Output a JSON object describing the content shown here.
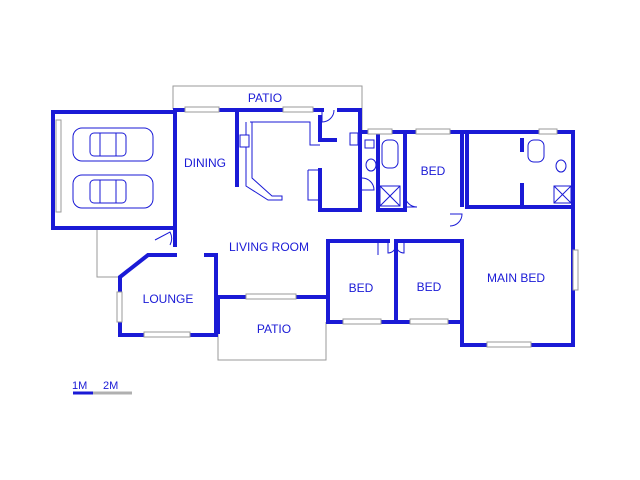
{
  "rooms": {
    "patio_top": "PATIO",
    "dining": "DINING",
    "bed_1": "BED",
    "living_room": "LIVING ROOM",
    "bed_2": "BED",
    "bed_3": "BED",
    "main_bed": "MAIN BED",
    "lounge": "LOUNGE",
    "patio_bottom": "PATIO"
  },
  "scale_bar": {
    "label_1": "1M",
    "label_2": "2M"
  },
  "colors": {
    "walls": "#1a1ad6",
    "outline": "#9a9a9a",
    "background": "#ffffff"
  }
}
